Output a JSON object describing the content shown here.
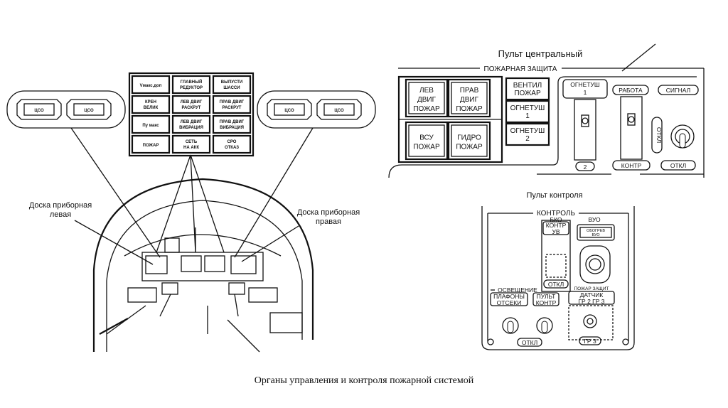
{
  "annunciator": {
    "cells": [
      [
        "Vмакс.доп",
        "ГЛАВНЫЙ|РЕДУКТОР",
        "ВЫПУСТИ|ШАССИ"
      ],
      [
        "КРЕН|ВЕЛИК",
        "ЛЕВ ДВИГ|РАСКРУТ",
        "ПРАВ ДВИГ|РАСКРУТ"
      ],
      [
        "Пу макс",
        "ЛЕВ ДВИГ|ВИБРАЦИЯ",
        "ПРАВ ДВИГ|ВИБРАЦИЯ"
      ],
      [
        "ПОЖАР",
        "СЕТЬ|НА АКК",
        "СРО|ОТКАЗ"
      ]
    ]
  },
  "cso_panels": {
    "label": "ЦСО"
  },
  "cockpit": {
    "left_label": [
      "Доска приборная",
      "левая"
    ],
    "right_label": [
      "Доска приборная",
      "правая"
    ]
  },
  "central_panel": {
    "title": "Пульт центральный",
    "section": "ПОЖАРНАЯ ЗАЩИТА",
    "buttons": [
      [
        "ЛЕВ",
        "ДВИГ",
        "ПОЖАР"
      ],
      [
        "ПРАВ",
        "ДВИГ",
        "ПОЖАР"
      ],
      [
        "ВСУ",
        "ПОЖАР"
      ],
      [
        "ГИДРО",
        "ПОЖАР"
      ]
    ],
    "indicators": [
      [
        "ВЕНТИЛ",
        "ПОЖАР"
      ],
      [
        "ОГНЕТУШ",
        "1"
      ],
      [
        "ОГНЕТУШ",
        "2"
      ]
    ],
    "switch_labels": {
      "ext_top": [
        "ОГНЕТУШ",
        "1"
      ],
      "ext_bottom": "2",
      "work": "РАБОТА",
      "contr": "КОНТР",
      "signal": "СИГНАЛ",
      "off": "ОТКЛ",
      "off_vertical": "ОТКЛ"
    }
  },
  "control_panel": {
    "title": "Пульт контроля",
    "section": "КОНТРОЛЬ",
    "bko": "БКО",
    "bko_button": [
      "КОНТР",
      "УВ"
    ],
    "bko_off": "ОТКЛ",
    "vuo": "ВУО",
    "vuo_button": [
      "ОБОГРЕВ",
      "ВУО"
    ],
    "lighting": "ОСВЕЩЕНИЕ",
    "lighting_labels": [
      [
        "ПЛАФОНЫ",
        "ОТСЕКИ"
      ],
      [
        "ПУЛЬТ",
        "КОНТР"
      ]
    ],
    "fire_protect": "ПОЖАР ЗАЩИТ",
    "sensor": [
      "ДАТЧИК",
      "ГР 2   ГР 3"
    ],
    "sensor_bottom": "ГР 3",
    "off": "ОТКЛ"
  },
  "caption": "Органы управления и контроля пожарной системой"
}
